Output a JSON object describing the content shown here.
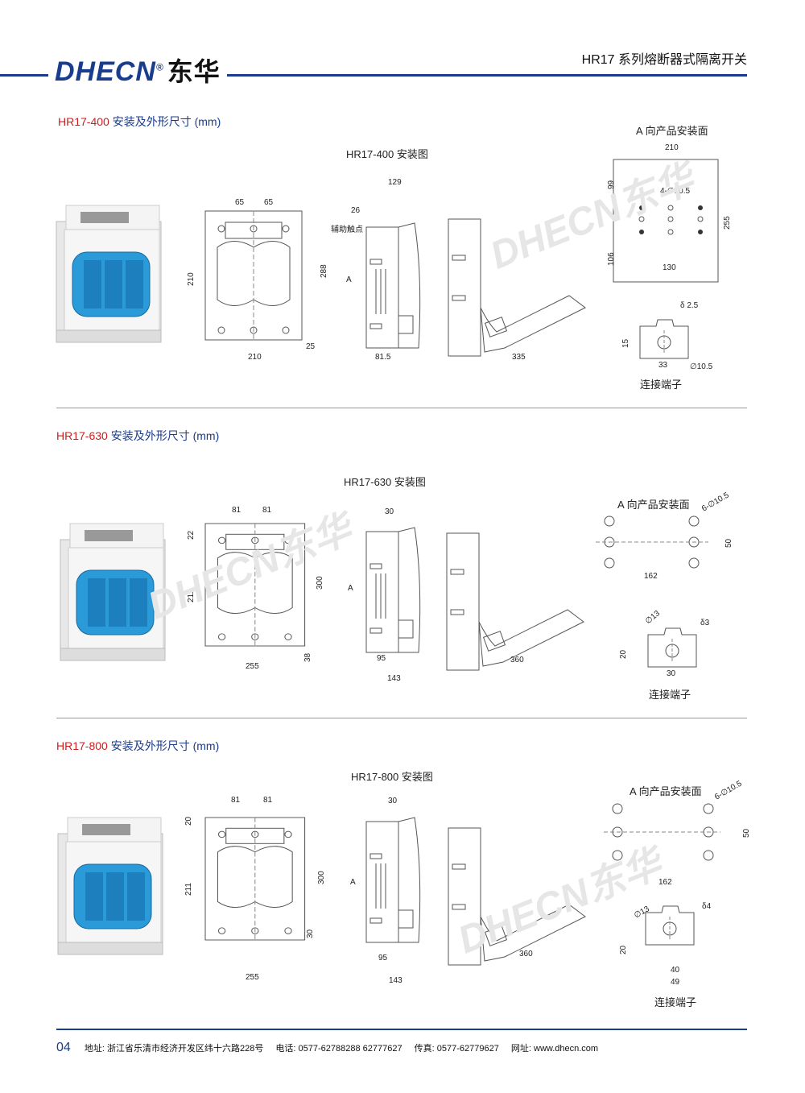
{
  "header": {
    "logo_text": "DHECN",
    "logo_reg": "®",
    "logo_cn": "东华",
    "title": "HR17 系列熔断器式隔离开关"
  },
  "sections": [
    {
      "model": "HR17-400",
      "heading_rest": " 安装及外形尺寸 (mm)",
      "drawing_title": "HR17-400 安装图",
      "face_label": "A 向产品安装面",
      "terminal_label": "连接端子",
      "aux_label": "辅助触点",
      "arrow_label": "A",
      "dims": {
        "top1": "65",
        "top2": "65",
        "height_left": "210",
        "height_right": "288",
        "bottom_width": "210",
        "bottom_gap": "25",
        "side_top": "129",
        "side_offset": "26",
        "side_bottom": "81.5",
        "handle_len": "335",
        "face_width": "210",
        "face_top": "99",
        "face_holes": "4-∅10.5",
        "face_height": "255",
        "face_bottom": "106",
        "face_spacing": "130",
        "term_thk": "δ 2.5",
        "term_h": "15",
        "term_w": "33",
        "term_hole": "∅10.5"
      }
    },
    {
      "model": "HR17-630",
      "heading_rest": " 安装及外形尺寸 (mm)",
      "drawing_title": "HR17-630 安装图",
      "face_label": "A 向产品安装面",
      "terminal_label": "连接端子",
      "arrow_label": "A",
      "dims": {
        "top1": "81",
        "top2": "81",
        "top_small": "22",
        "height_left": "211",
        "height_right": "300",
        "bottom_width": "255",
        "bottom_gap": "38",
        "side_top": "30",
        "side_bottom": "95",
        "side_total": "143",
        "handle_len": "360",
        "face_holes": "6-∅10.5",
        "face_spacing_v": "50",
        "face_spacing": "162",
        "term_hole": "∅13",
        "term_thk": "δ3",
        "term_h": "20",
        "term_w": "30"
      }
    },
    {
      "model": "HR17-800",
      "heading_rest": " 安装及外形尺寸 (mm)",
      "drawing_title": "HR17-800 安装图",
      "face_label": "A 向产品安装面",
      "terminal_label": "连接端子",
      "arrow_label": "A",
      "dims": {
        "top1": "81",
        "top2": "81",
        "top_small": "20",
        "height_left": "211",
        "height_right": "300",
        "bottom_width": "255",
        "bottom_gap": "30",
        "side_top": "30",
        "side_bottom": "95",
        "side_total": "143",
        "handle_len": "360",
        "face_holes": "6-∅10.5",
        "face_spacing_v": "50",
        "face_spacing": "162",
        "term_hole": "∅13",
        "term_thk": "δ4",
        "term_h": "20",
        "term_w1": "40",
        "term_w2": "49"
      }
    }
  ],
  "footer": {
    "page": "04",
    "address": "地址:  浙江省乐清市经济开发区纬十六路228号",
    "phone": "电话:  0577-62788288    62777627",
    "fax": "传真:  0577-62779627",
    "web": "网址:  www.dhecn.com"
  },
  "colors": {
    "brand_blue": "#1a3c8c",
    "model_red": "#d01c1c",
    "terminal_blue": "#2a9bd8"
  }
}
